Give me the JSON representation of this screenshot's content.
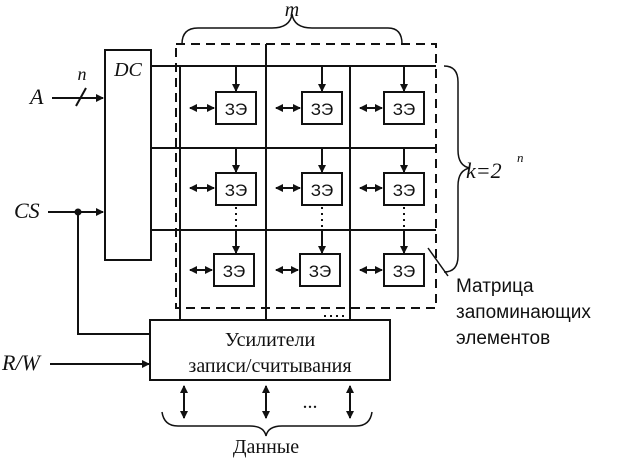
{
  "labels": {
    "m": "m",
    "n": "n",
    "dc": "DC",
    "a": "A",
    "cs": "CS",
    "rw": "R/W",
    "k": "k=2",
    "k_exp": "n",
    "cell": "ЗЭ",
    "amplifiers_line1": "Усилители",
    "amplifiers_line2": "записи/считывания",
    "matrix_line1": "Матрица",
    "matrix_line2": "запоминающих",
    "matrix_line3": "элементов",
    "data": "Данные",
    "ellipsis": "..."
  }
}
